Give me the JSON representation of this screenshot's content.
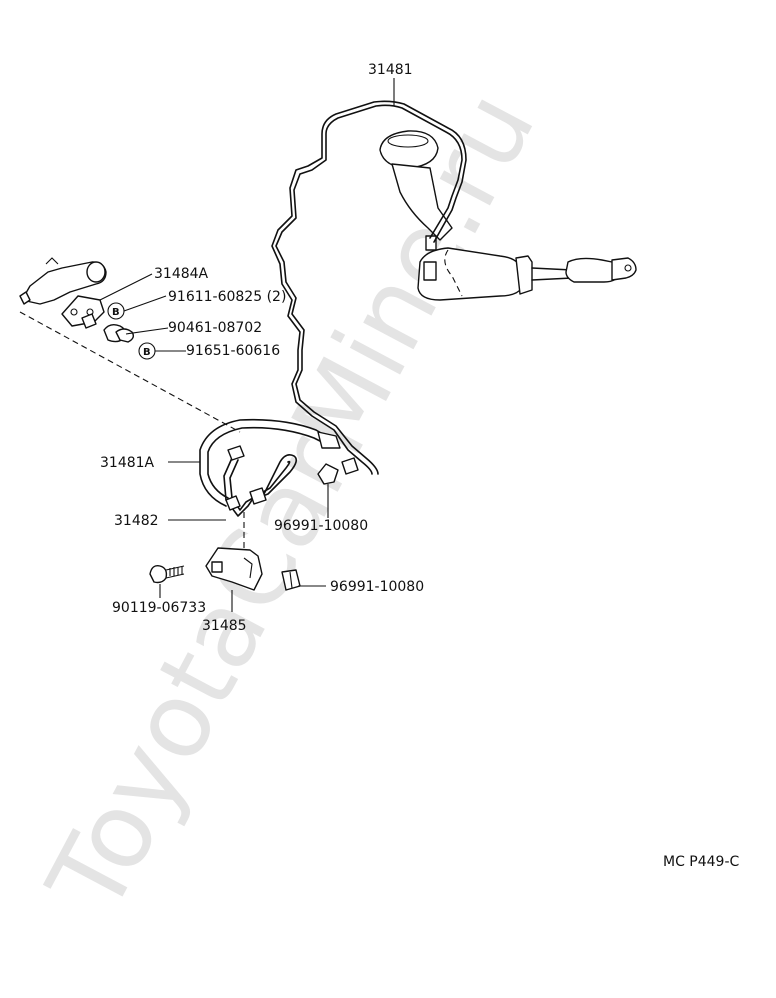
{
  "watermark": "ToyotaCarMine.ru",
  "diagram_code": "MC  P449-C",
  "labels": {
    "l31481": "31481",
    "l31484a": "31484A",
    "l91611": "91611-60825 (2)",
    "l90461": "90461-08702",
    "l91651": "91651-60616",
    "l31481a": "31481A",
    "l31482": "31482",
    "l96991a": "96991-10080",
    "l90119": "90119-06733",
    "l31485": "31485",
    "l96991b": "96991-10080"
  },
  "symbols": {
    "bolt_marker": "B"
  }
}
